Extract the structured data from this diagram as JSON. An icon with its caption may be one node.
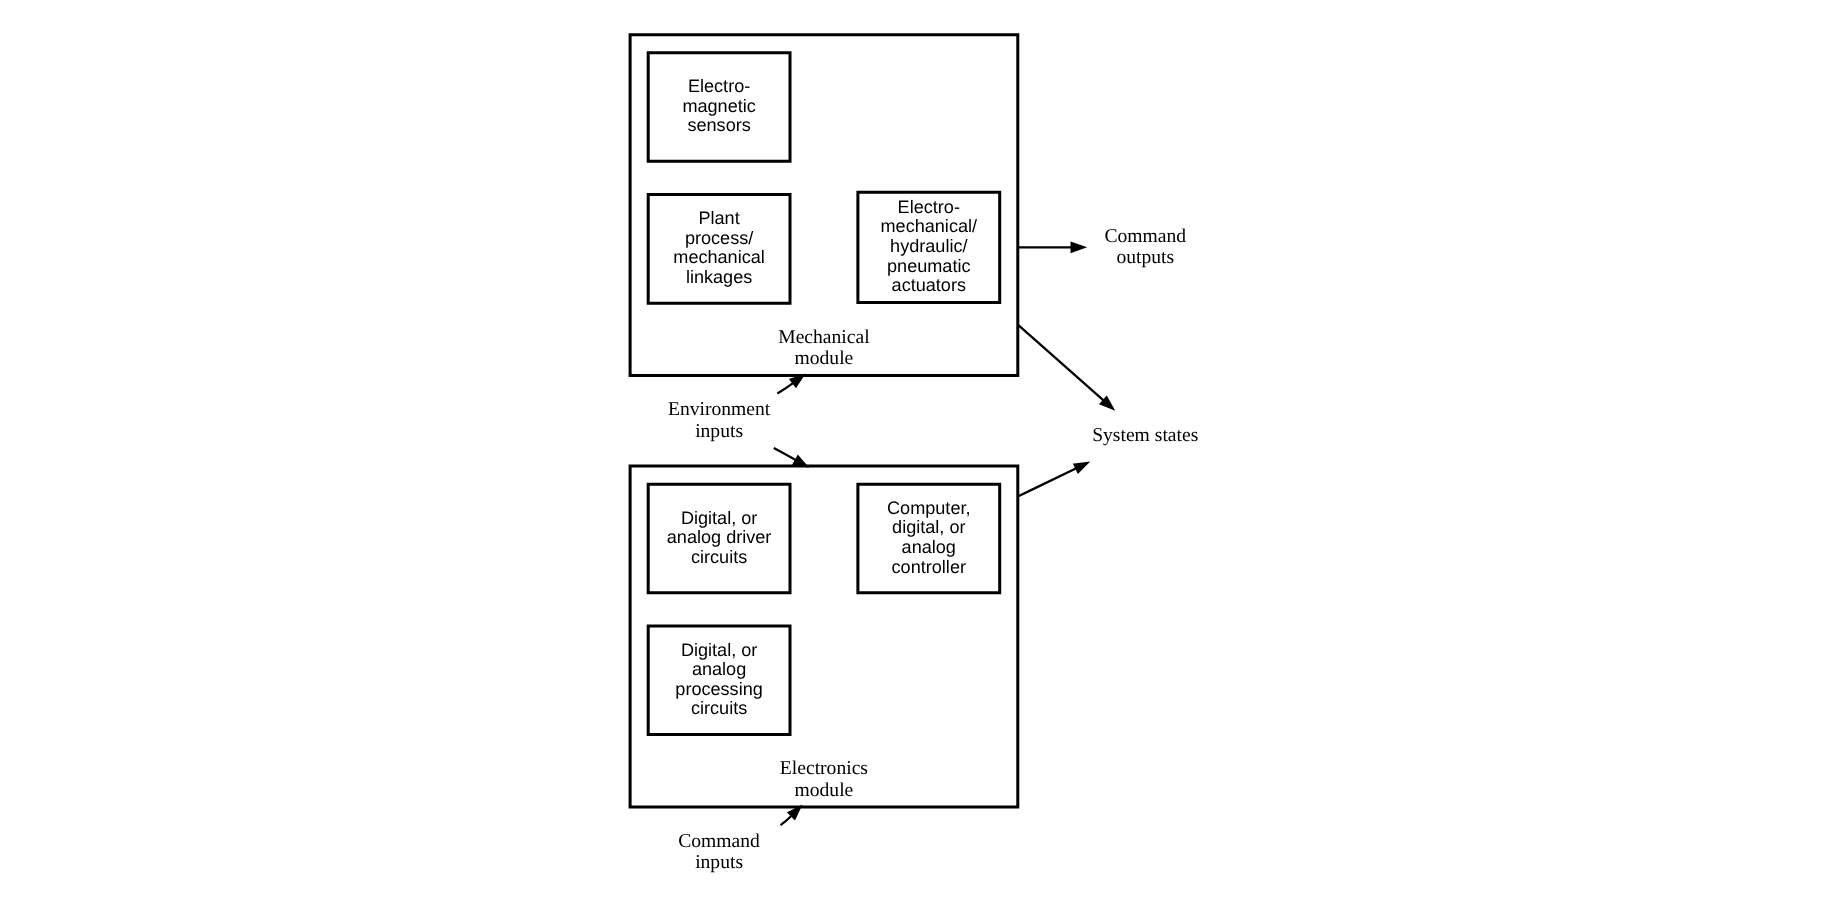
{
  "diagram": {
    "nodes": [
      {
        "text": [
          "Electronics module"
        ]
      },
      {
        "text": [
          "Computer, digital, or analog controller"
        ],
        "in": 0
      },
      {
        "text": [
          "Digital, or analog driver circuits"
        ],
        "in": 0
      },
      {
        "text": [
          "Digital, or analog processing circuits"
        ],
        "in": 0
      },
      {
        "text": [
          "Mechanical module"
        ]
      },
      {
        "text": [
          "Electro- mechanical/ hydraulic/ pneumatic actuators"
        ],
        "in": 4
      },
      {
        "text": [
          "Electro- magnetic sensors"
        ],
        "in": 4
      },
      {
        "text": [
          "Plant process/ mechanical linkages"
        ],
        "in": 4
      },
      {
        "text": [
          "Environment inputs"
        ]
      },
      {
        "text": [
          "Command inputs"
        ]
      },
      {
        "text": [
          "Command outputs"
        ]
      },
      {
        "text": [
          "System states"
        ]
      }
    ],
    "edges": [
      {
        "from": 8,
        "to": 0,
        "arrow": "to"
      },
      {
        "from": 8,
        "to": 4,
        "arrow": "to"
      },
      {
        "from": 9,
        "to": 0,
        "arrow": "to"
      },
      {
        "from": 4,
        "to": 10,
        "arrow": "to"
      },
      {
        "from": 0,
        "to": 11,
        "arrow": "to"
      },
      {
        "from": 4,
        "to": 11,
        "arrow": "to"
      }
    ]
  }
}
